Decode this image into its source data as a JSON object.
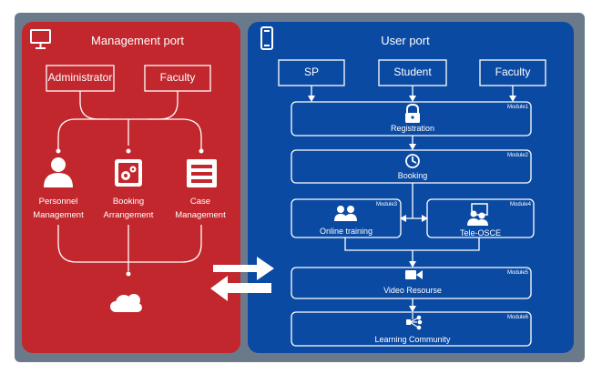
{
  "management_port": {
    "title": "Management port",
    "roles": [
      "Administrator",
      "Faculty"
    ],
    "functions": [
      {
        "line1": "Personnel",
        "line2": "Management",
        "icon": "person-icon"
      },
      {
        "line1": "Booking",
        "line2": "Arrangement",
        "icon": "gear-document-icon"
      },
      {
        "line1": "Case",
        "line2": "Management",
        "icon": "case-list-icon"
      }
    ],
    "storage_icon": "cloud-icon"
  },
  "user_port": {
    "title": "User port",
    "roles": [
      "SP",
      "Student",
      "Faculty"
    ],
    "modules": [
      {
        "tag": "Module1",
        "label": "Registration",
        "icon": "lock-icon"
      },
      {
        "tag": "Module2",
        "label": "Booking",
        "icon": "clock-icon"
      },
      {
        "tag": "Module3",
        "label": "Online training",
        "icon": "group-icon"
      },
      {
        "tag": "Module4",
        "label": "Tele-OSCE",
        "icon": "monitor-group-icon"
      },
      {
        "tag": "Module5",
        "label": "Video Resourse",
        "icon": "video-camera-icon"
      },
      {
        "tag": "Module6",
        "label": "Learning Community",
        "icon": "network-icon"
      }
    ]
  },
  "colors": {
    "frame": "#6b7a8a",
    "management": "#c1272d",
    "user": "#0b4aa2",
    "line": "#ffffff"
  }
}
